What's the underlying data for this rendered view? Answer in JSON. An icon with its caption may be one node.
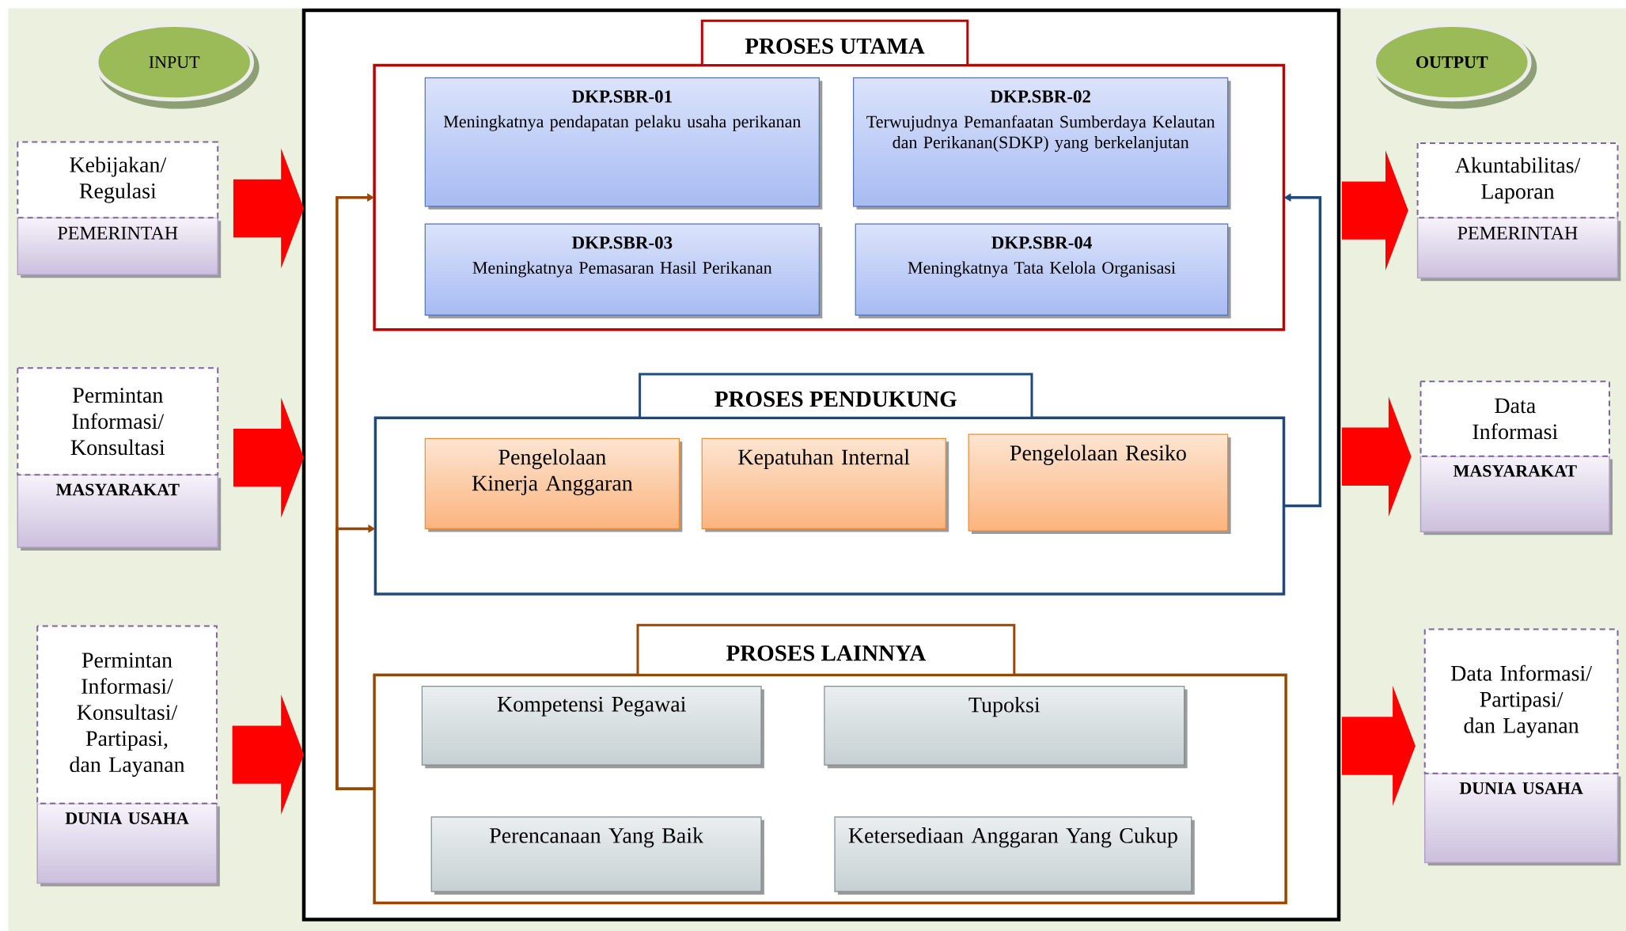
{
  "diagram": {
    "nodes": [
      {
        "text": [
          "INPUT"
        ]
      },
      {
        "text": [
          "Kebijakan/ Regulasi",
          "PEMERINTAH"
        ]
      },
      {
        "text": [
          "Permintan Informasi/ Konsultasi",
          "MASYARAKAT"
        ]
      },
      {
        "text": [
          "Permintan Informasi/ Konsultasi/ Partipasi, dan Layanan",
          "DUNIA USAHA"
        ]
      },
      {
        "text": [],
        "shape": "box"
      },
      {
        "text": [
          "PROSES UTAMA"
        ],
        "in": 4
      },
      {
        "text": [
          "DKP.SBR-01",
          "Meningkatnya pendapatan pelaku usaha perikanan"
        ],
        "in": 5
      },
      {
        "text": [
          "DKP.SBR-02",
          "Terwujudnya Pemanfaatan Sumberdaya Kelautan dan Perikanan(SDKP) yang berkelanjutan"
        ],
        "in": 5
      },
      {
        "text": [
          "DKP.SBR-03",
          "Meningkatnya Pemasaran Hasil Perikanan"
        ],
        "in": 5
      },
      {
        "text": [
          "DKP.SBR-04",
          "Meningkatnya Tata Kelola Organisasi"
        ],
        "in": 5
      },
      {
        "text": [
          "PROSES PENDUKUNG"
        ],
        "in": 4
      },
      {
        "text": [
          "Pengelolaan Kinerja Anggaran"
        ],
        "in": 10
      },
      {
        "text": [
          "Kepatuhan Internal"
        ],
        "in": 10
      },
      {
        "text": [
          "Pengelolaan Resiko"
        ],
        "in": 10
      },
      {
        "text": [
          "PROSES LAINNYA"
        ],
        "in": 4
      },
      {
        "text": [
          "Kompetensi Pegawai"
        ],
        "in": 14
      },
      {
        "text": [
          "Tupoksi"
        ],
        "in": 14
      },
      {
        "text": [
          "Perencanaan Yang Baik"
        ],
        "in": 14
      },
      {
        "text": [
          "Ketersediaan Anggaran Yang Cukup"
        ],
        "in": 14
      },
      {
        "text": [
          "OUTPUT"
        ]
      },
      {
        "text": [
          "Akuntabilitas/ Laporan",
          "PEMERINTAH"
        ]
      },
      {
        "text": [
          "Data Informasi",
          "MASYARAKAT"
        ]
      },
      {
        "text": [
          "Data Informasi/ Partipasi/ dan Layanan",
          "DUNIA USAHA"
        ]
      }
    ],
    "edges": [
      {
        "from": 1,
        "to": 4,
        "arrow": "to",
        "style": "thick"
      },
      {
        "from": 2,
        "to": 4,
        "arrow": "to",
        "style": "thick"
      },
      {
        "from": 3,
        "to": 4,
        "arrow": "to",
        "style": "thick"
      },
      {
        "from": 4,
        "to": 20,
        "arrow": "to",
        "style": "thick"
      },
      {
        "from": 4,
        "to": 21,
        "arrow": "to",
        "style": "thick"
      },
      {
        "from": 4,
        "to": 22,
        "arrow": "to",
        "style": "thick"
      },
      {
        "from": 14,
        "to": 5,
        "arrow": "to",
        "color": "#984806"
      },
      {
        "from": 14,
        "to": 10,
        "arrow": "to",
        "color": "#984806"
      },
      {
        "from": 10,
        "to": 5,
        "arrow": "to",
        "color": "#1f497d"
      }
    ]
  }
}
